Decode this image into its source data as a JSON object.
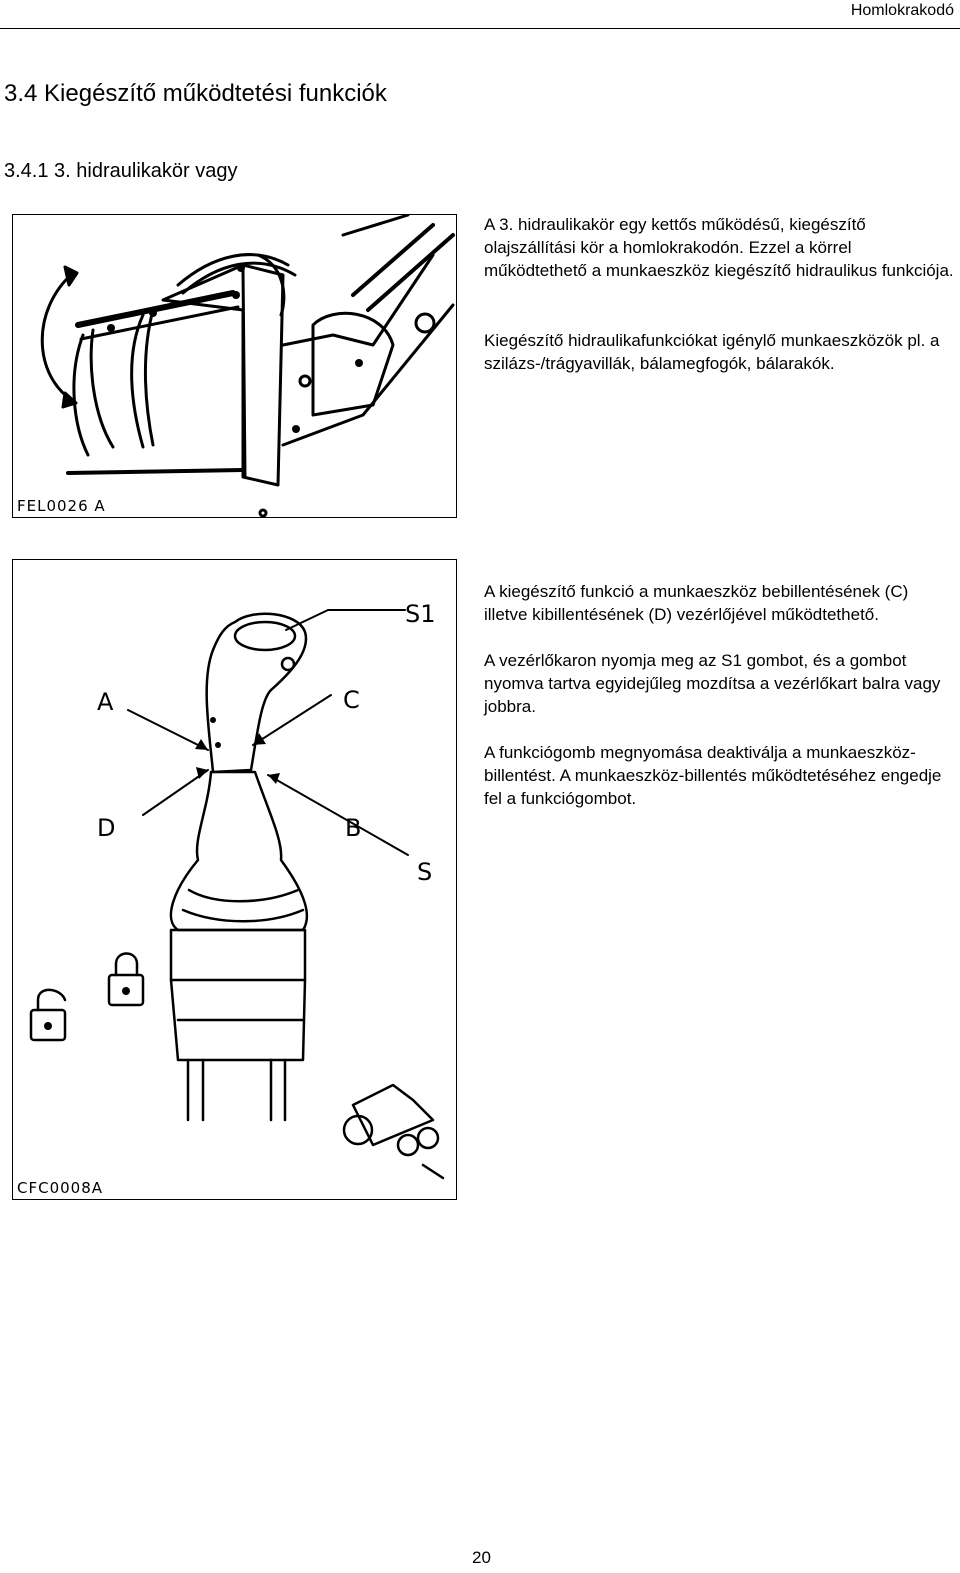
{
  "header": {
    "title": "Homlokrakodó"
  },
  "section": {
    "title": "3.4   Kiegészítő működtetési funkciók"
  },
  "subsection": {
    "title": "3.4.1   3. hidraulikakör vagy"
  },
  "paragraphs": {
    "p1": "A 3. hidraulikakör egy kettős működésű, kiegészítő olajszállítási kör a homlokrakodón. Ezzel a körrel működtethető a munkaeszköz kiegészítő hidraulikus funkciója.",
    "p2": "Kiegészítő hidraulikafunkciókat igénylő munkaeszközök pl. a szilázs-/trágyavillák, bálamegfogók, bálarakók.",
    "p3": "A kiegészítő funkció a munkaeszköz bebillentésének (C) illetve kibillentésének (D) vezérlőjével működtethető.",
    "p4": "A vezérlőkaron nyomja meg az S1 gombot, és a gombot nyomva tartva egyidejűleg mozdítsa a vezérlőkart balra vagy jobbra.",
    "p5": "A funkciógomb megnyomása deaktiválja a munkaeszköz-billentést. A munkaeszköz-billentés működtetéséhez engedje fel a funkciógombot."
  },
  "figure1": {
    "code": "FEL0026   A"
  },
  "figure2": {
    "code": "CFC0008A",
    "labels": {
      "s1": "S1",
      "a": "A",
      "c": "C",
      "d": "D",
      "b": "B",
      "s": "S"
    }
  },
  "page": {
    "number": "20"
  }
}
